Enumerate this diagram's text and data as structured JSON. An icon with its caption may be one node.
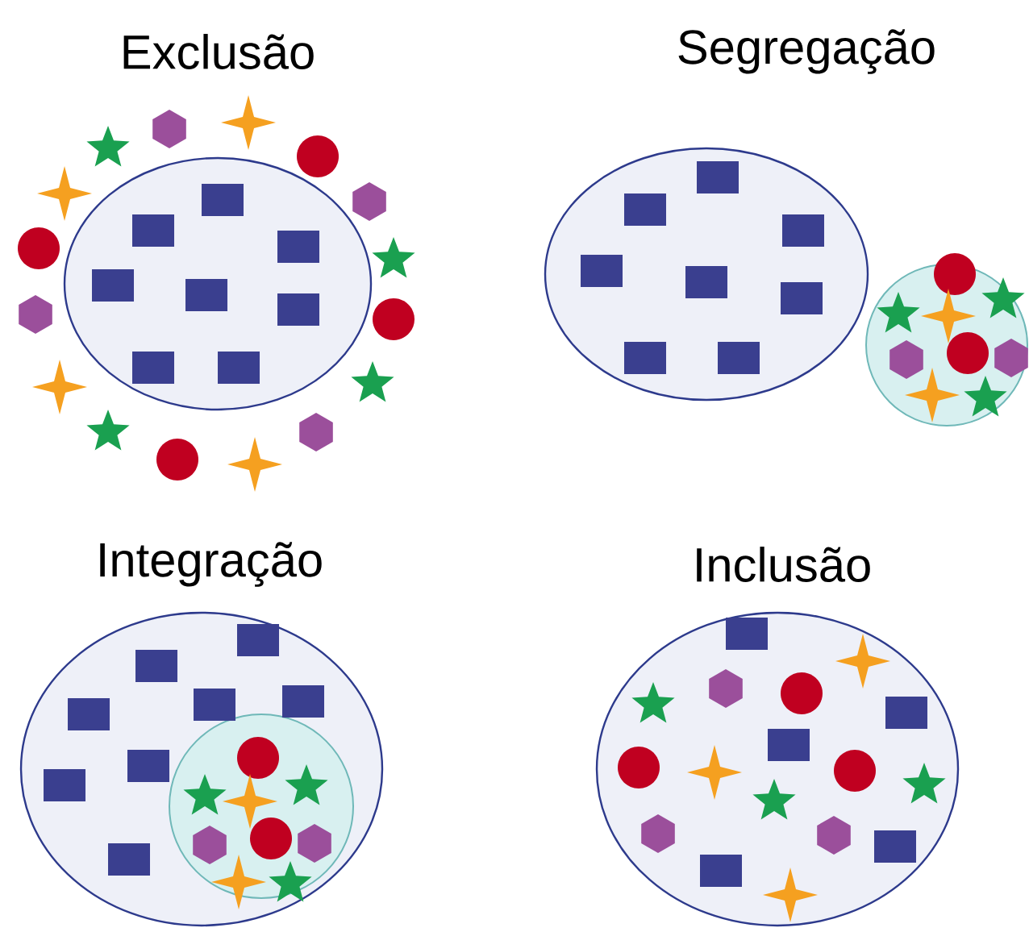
{
  "diagram": {
    "nodes": [
      {
        "text": [
          "Exclusão"
        ]
      },
      {
        "text": [
          "Segregação"
        ]
      },
      {
        "text": [],
        "shape": "circle"
      },
      {
        "text": [
          "Integração"
        ]
      },
      {
        "text": [],
        "shape": "circle",
        "in": 3
      },
      {
        "text": [
          "Inclusão"
        ]
      }
    ]
  }
}
